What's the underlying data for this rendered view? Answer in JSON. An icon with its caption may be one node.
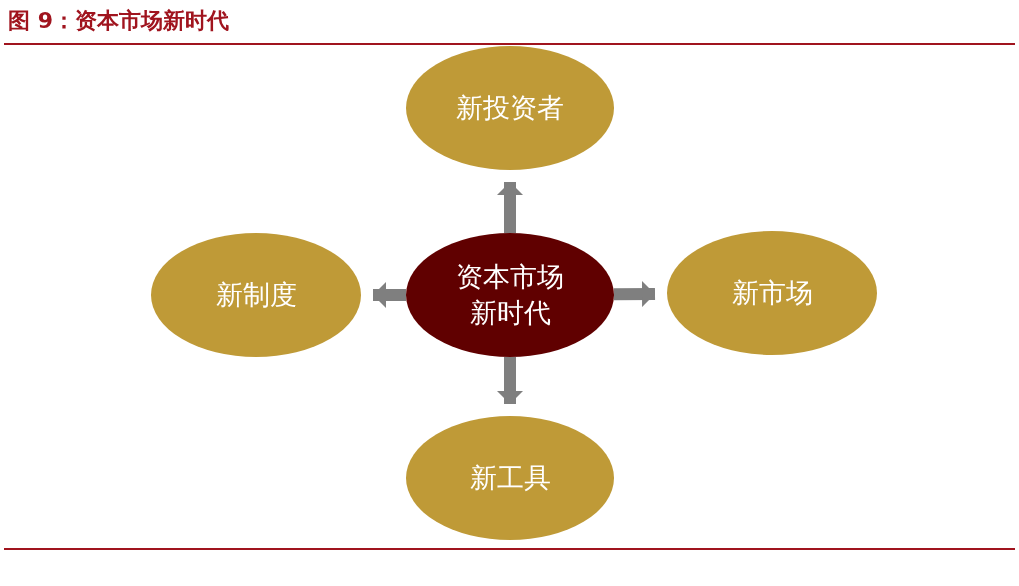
{
  "diagram": {
    "title": "图 9：资本市场新时代",
    "nodes": [
      {
        "text": [
          "资本市场新时代"
        ]
      },
      {
        "text": [
          "新投资者"
        ]
      },
      {
        "text": [
          "新制度"
        ]
      },
      {
        "text": [
          "新市场"
        ]
      },
      {
        "text": [
          "新工具"
        ]
      }
    ],
    "edges": [
      {
        "from": 0,
        "to": 1,
        "arrow": "to"
      },
      {
        "from": 0,
        "to": 2,
        "arrow": "to"
      },
      {
        "from": 0,
        "to": 3,
        "arrow": "to"
      },
      {
        "from": 0,
        "to": 4,
        "arrow": "to"
      }
    ]
  }
}
